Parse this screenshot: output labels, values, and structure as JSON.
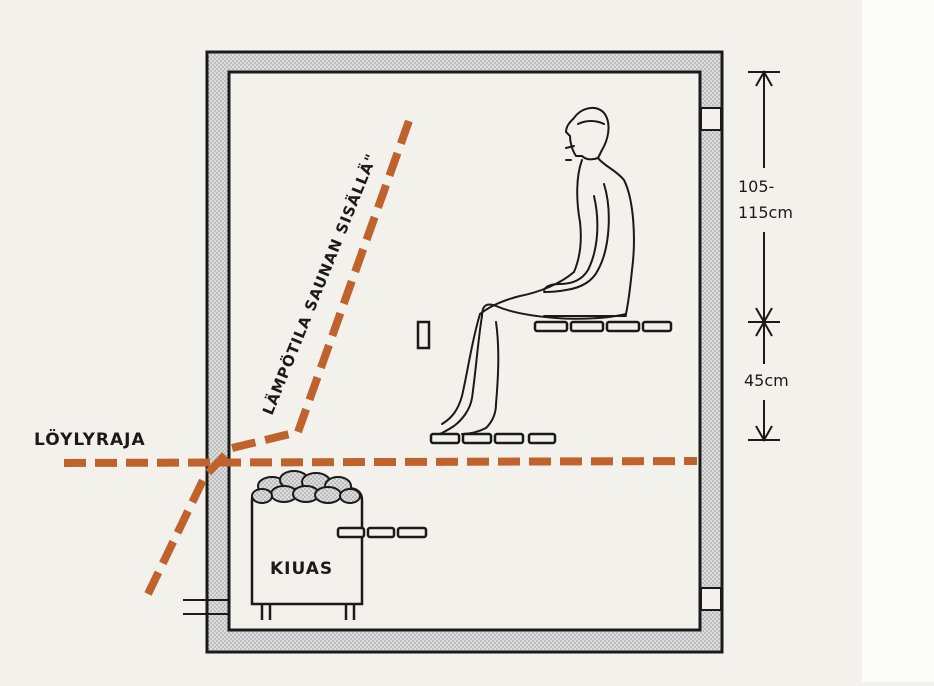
{
  "labels": {
    "loyly_raja": "LÖYLYRAJA",
    "temperature_curve": "LÄMPÖTILA SAUNAN SISÄLLÄ\"",
    "stove": "KIUAS",
    "height_upper_line1": "105-",
    "height_upper_line2": "115cm",
    "height_lower": "45cm"
  },
  "colors": {
    "paper": "#f3f1ec",
    "ink": "#1a1a1a",
    "dashed_line": "#c0622b",
    "wall_fill": "#c9c9c9"
  },
  "icons": {
    "person": "seated-person-icon",
    "stones": "sauna-stones-icon",
    "thermometer": "thermometer-icon"
  }
}
